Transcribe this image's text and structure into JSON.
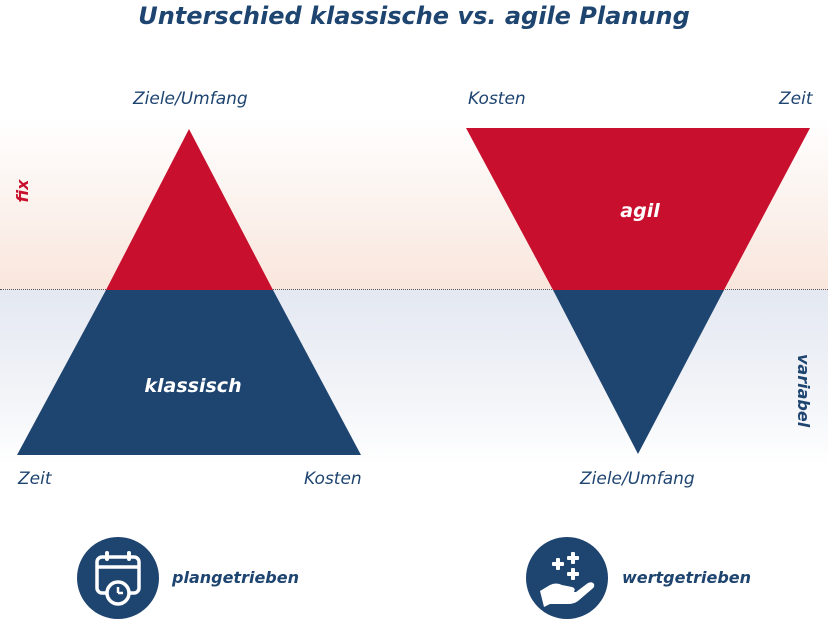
{
  "title": "Unterschied klassische vs. agile Planung",
  "zones": {
    "fix": "fix",
    "variabel": "variabel"
  },
  "classic": {
    "top_label": "Ziele/Umfang",
    "bottom_left_label": "Zeit",
    "bottom_right_label": "Kosten",
    "shape_label": "klassisch",
    "footer_label": "plangetrieben",
    "icon": "calendar-clock-icon"
  },
  "agile": {
    "top_left_label": "Kosten",
    "top_right_label": "Zeit",
    "bottom_label": "Ziele/Umfang",
    "shape_label": "agil",
    "footer_label": "wertgetrieben",
    "icon": "hand-sparkle-icon"
  },
  "colors": {
    "red": "#c8102e",
    "navy": "#1e4470"
  }
}
